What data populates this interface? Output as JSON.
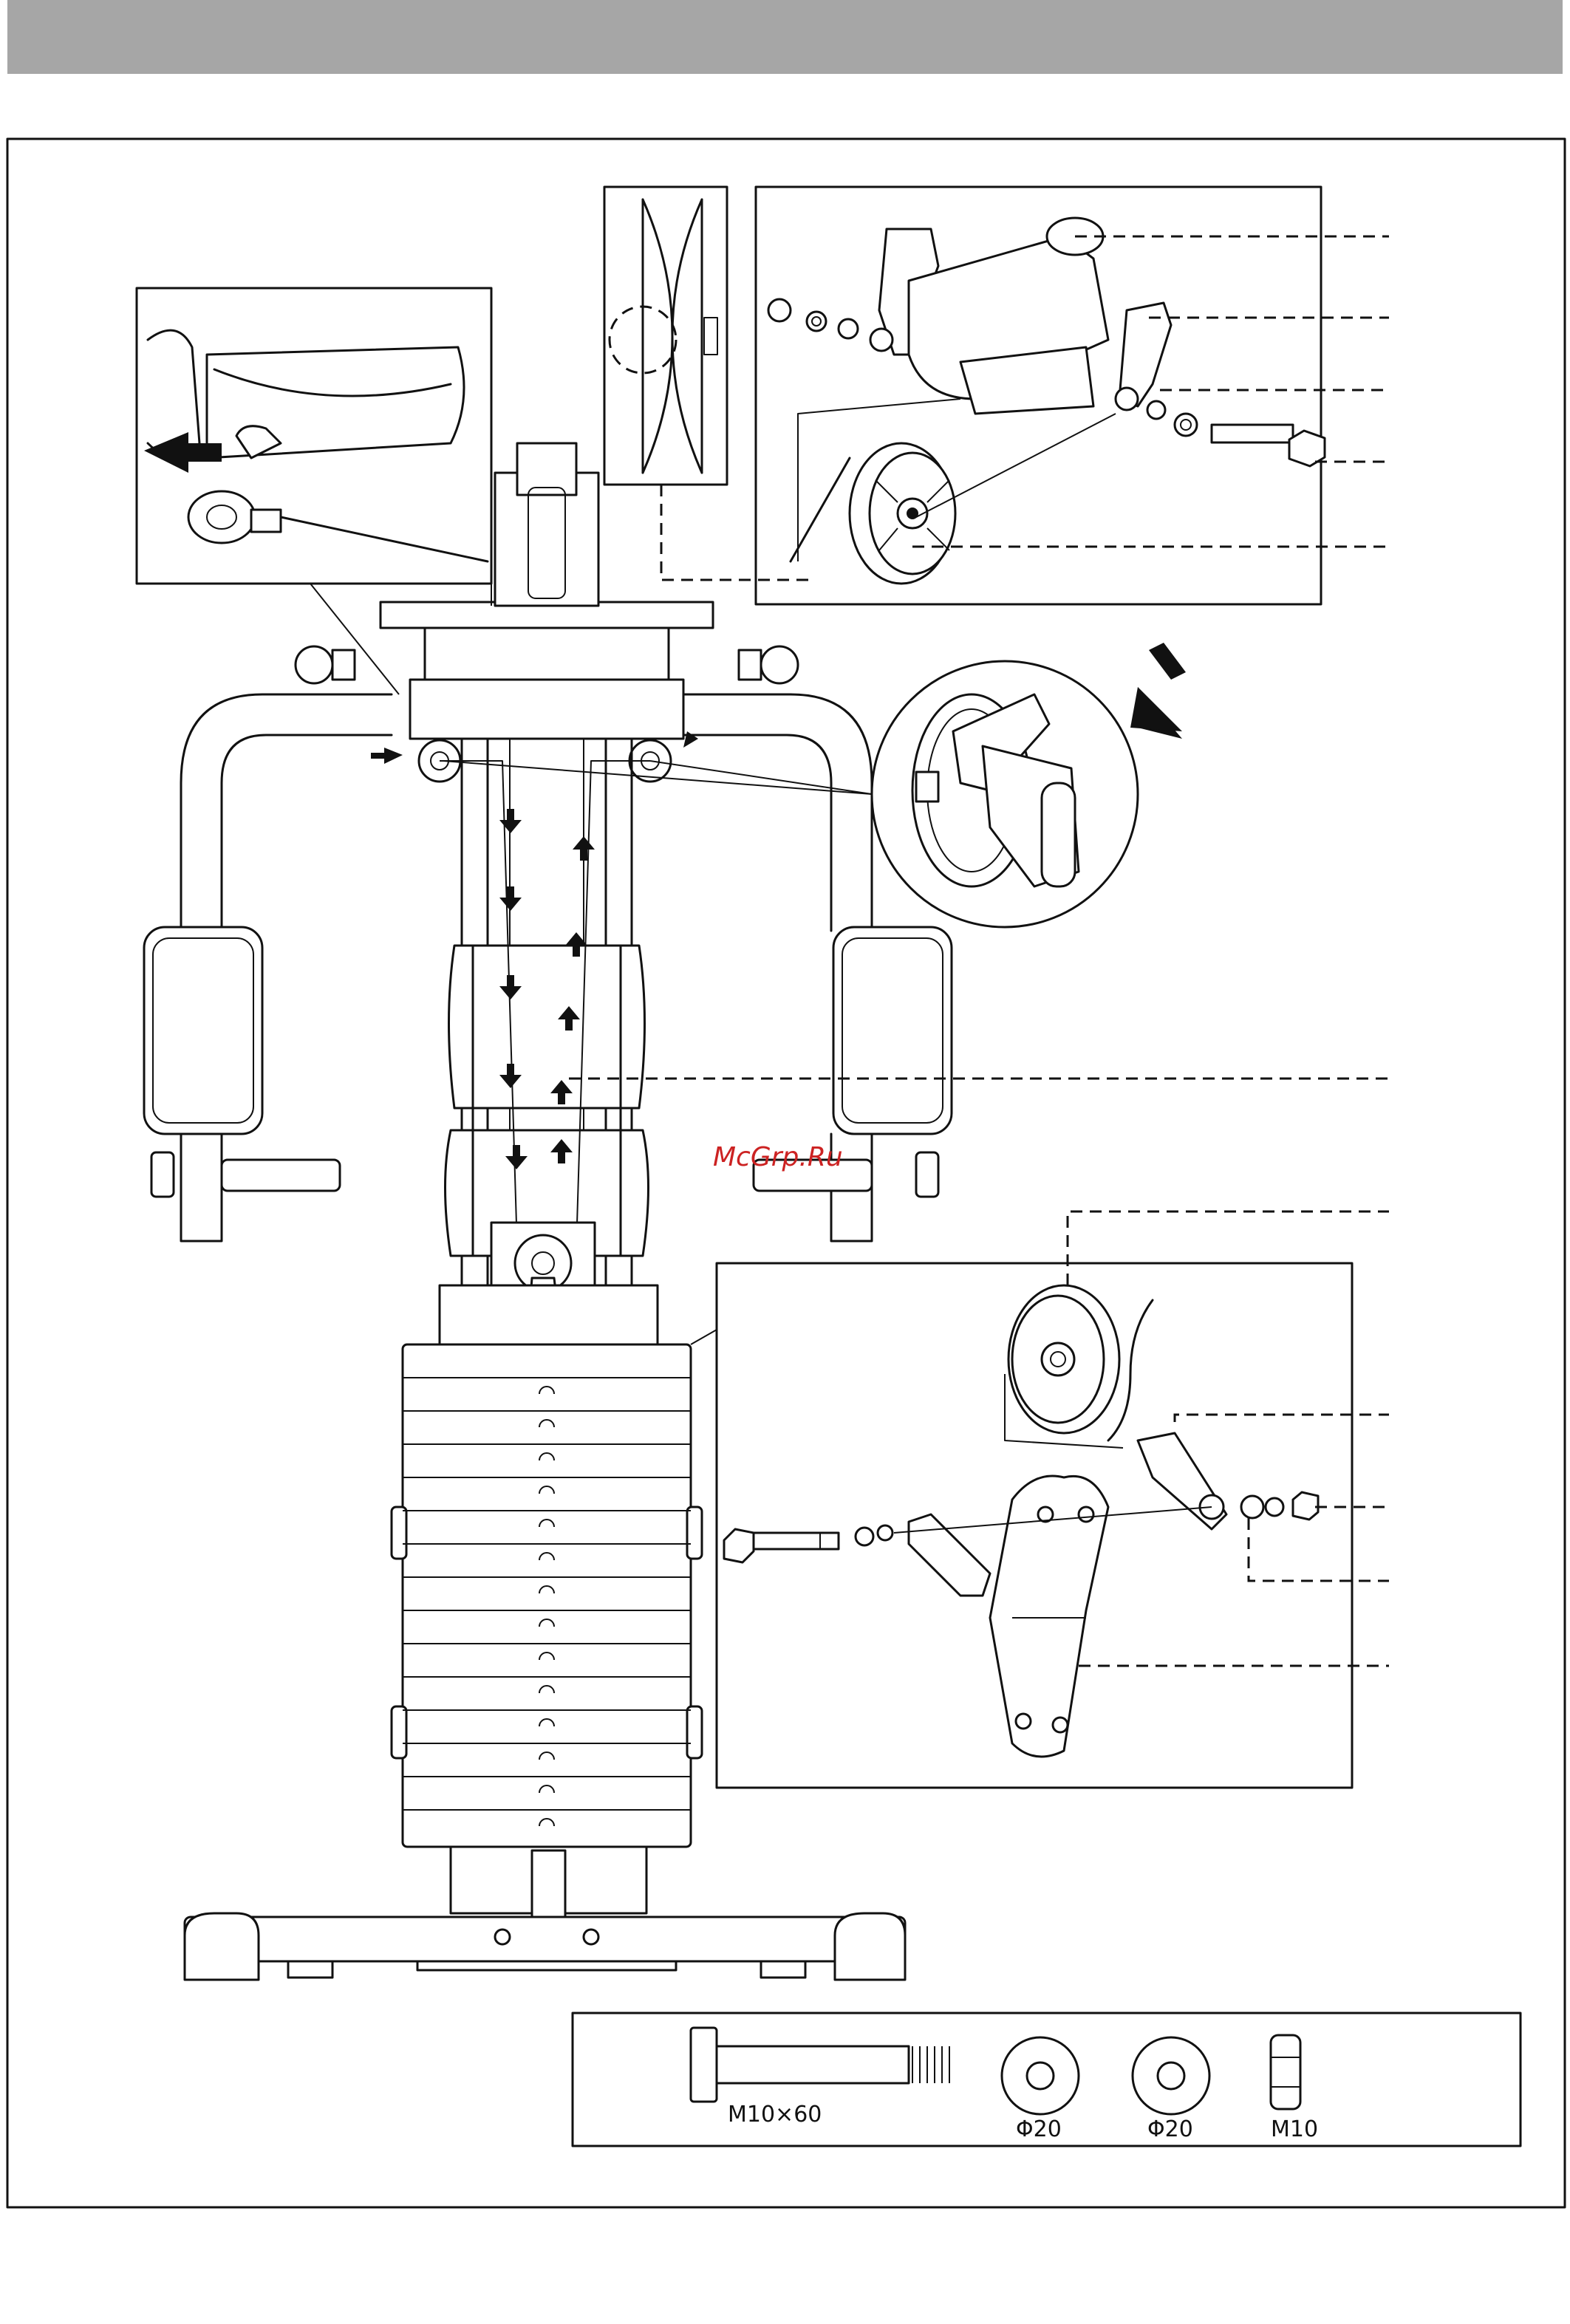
{
  "watermark": "McGrp.Ru",
  "hardware": {
    "bolt_label": "M10×60",
    "washer_a_label": "Φ20",
    "washer_b_label": "Φ20",
    "nut_label": "M10"
  },
  "colors": {
    "header_bar": "#a6a6a6",
    "line": "#111111",
    "watermark": "#cc2222"
  }
}
